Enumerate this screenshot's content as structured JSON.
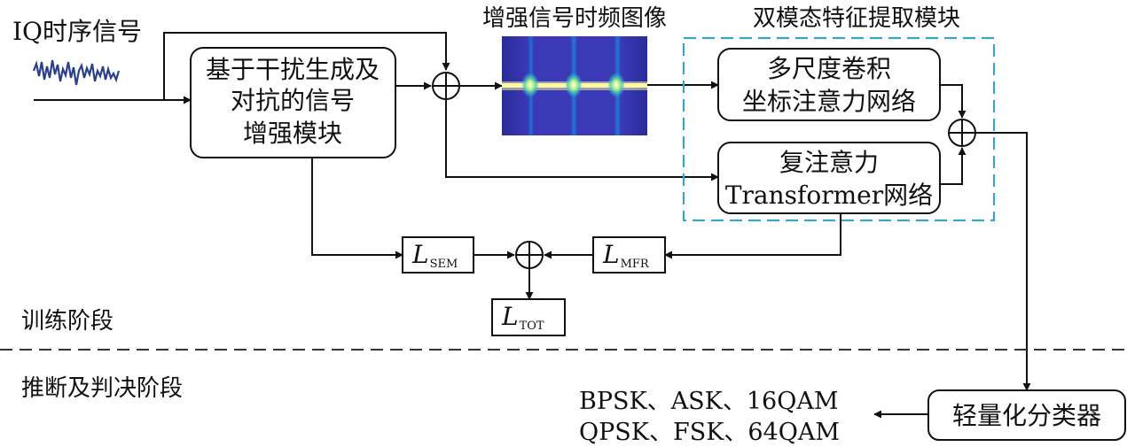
{
  "input_label": "IQ时序信号",
  "enhance_module": {
    "line1": "基于干扰生成及",
    "line2": "对抗的信号",
    "line3": "增强模块"
  },
  "tf_image_label": "增强信号时频图像",
  "dual_modal_label": "双模态特征提取模块",
  "ms_cnn": {
    "line1": "多尺度卷积",
    "line2": "坐标注意力网络"
  },
  "complex_transformer": {
    "line1": "复注意力",
    "line2": "Transformer网络"
  },
  "losses": {
    "sem": {
      "main": "L",
      "sub": "SEM"
    },
    "mfr": {
      "main": "L",
      "sub": "MFR"
    },
    "tot": {
      "main": "L",
      "sub": "TOT"
    }
  },
  "stage_training": "训练阶段",
  "stage_inference": "推断及判决阶段",
  "classifier": "轻量化分类器",
  "output_classes": {
    "line1": "BPSK、ASK、16QAM",
    "line2": "QPSK、FSK、64QAM"
  },
  "colors": {
    "dashed_module_border": "#3aa3c9",
    "tf_background": "#2e2f9e",
    "tf_streak": "#f5e27a",
    "waveform": "#2b3f8c"
  }
}
